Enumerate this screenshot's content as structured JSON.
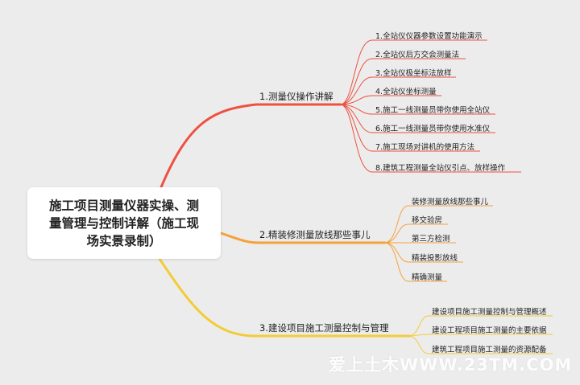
{
  "root": {
    "title_line1": "施工项目测量仪器实操、测",
    "title_line2": "量管理与控制详解（施工现",
    "title_line3": "场实景录制）"
  },
  "colors": {
    "branch1": "#ef5040",
    "branch2": "#f5a13c",
    "branch3": "#f2cc38"
  },
  "branches": [
    {
      "label": "1.测量仪操作讲解",
      "children": [
        "1.全站仪仪器参数设置功能演示",
        "2.全站仪后方交会测量法",
        "3.全站仪极坐标法放样",
        "4.全站仪坐标测量",
        "5.施工一线测量员带你使用全站仪",
        "6.施工一线测量员带你使用水准仪",
        "7.施工现场对讲机的使用方法",
        "8.建筑工程测量全站仪引点、放样操作"
      ]
    },
    {
      "label": "2.精装修测量放线那些事儿",
      "children": [
        "装修测量放线那些事儿",
        "移交验房",
        "第三方检测",
        "精装投影放线",
        "精确测量"
      ]
    },
    {
      "label": "3.建设项目施工测量控制与管理",
      "children": [
        "建设项目施工测量控制与管理概述",
        "建设工程项目施工测量的主要依据",
        "建筑工程项目施工测量的资源配备"
      ]
    }
  ],
  "watermark": "爱上土木WWW.23TM.COM"
}
